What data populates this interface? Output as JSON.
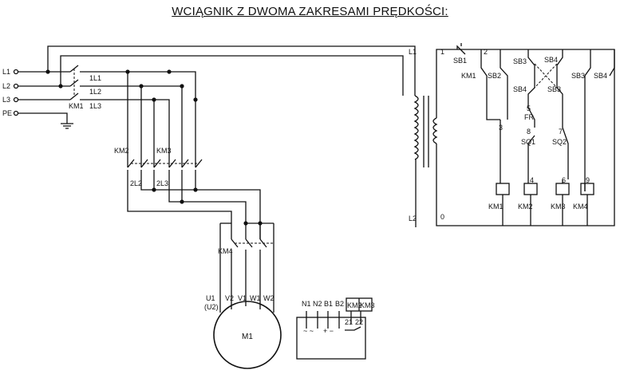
{
  "title": "WCIĄGNIK Z DWOMA ZAKRESAMI PRĘDKOŚCI:",
  "labels": {
    "l1": "L1",
    "l2": "L2",
    "l3": "L3",
    "pe": "PE",
    "one_l1": "1L1",
    "one_l2": "1L2",
    "one_l3": "1L3",
    "km1_main": "KM1",
    "km2_main": "KM2",
    "km3_main": "KM3",
    "two_l2": "2L2",
    "two_l3": "2L3",
    "km4_main": "KM4",
    "u1": "U1",
    "u2p": "(U2)",
    "v2": "V2",
    "v1": "V1",
    "w1": "W1",
    "w2": "W2",
    "motor": "M1",
    "tr_l1": "L1",
    "tr_l2": "L2",
    "n1": "N1",
    "n2": "N2",
    "b1": "B1",
    "b2": "B2",
    "km2_brake": "KM2",
    "km3_brake": "KM3",
    "n21": "21",
    "n22": "22",
    "c1": "1",
    "c2": "2",
    "c3": "3",
    "c4": "4",
    "c5": "5",
    "c6": "6",
    "c7": "7",
    "c8": "8",
    "c9": "9",
    "c0": "0",
    "sb1": "SB1",
    "km1_ctrl": "KM1",
    "sb2": "SB2",
    "sb3_a": "SB3",
    "sb4_a": "SB4",
    "sb4_b": "SB4",
    "sb3_b": "SB3",
    "sb3_c": "SB3",
    "sb4_c": "SB4",
    "fr": "FR",
    "sq1": "SQ1",
    "sq2": "SQ2",
    "coil_km1": "KM1",
    "coil_km2": "KM2",
    "coil_km3": "KM3",
    "coil_km4": "KM4",
    "sym_ac": "~ ~",
    "sym_dc": "+ −"
  }
}
